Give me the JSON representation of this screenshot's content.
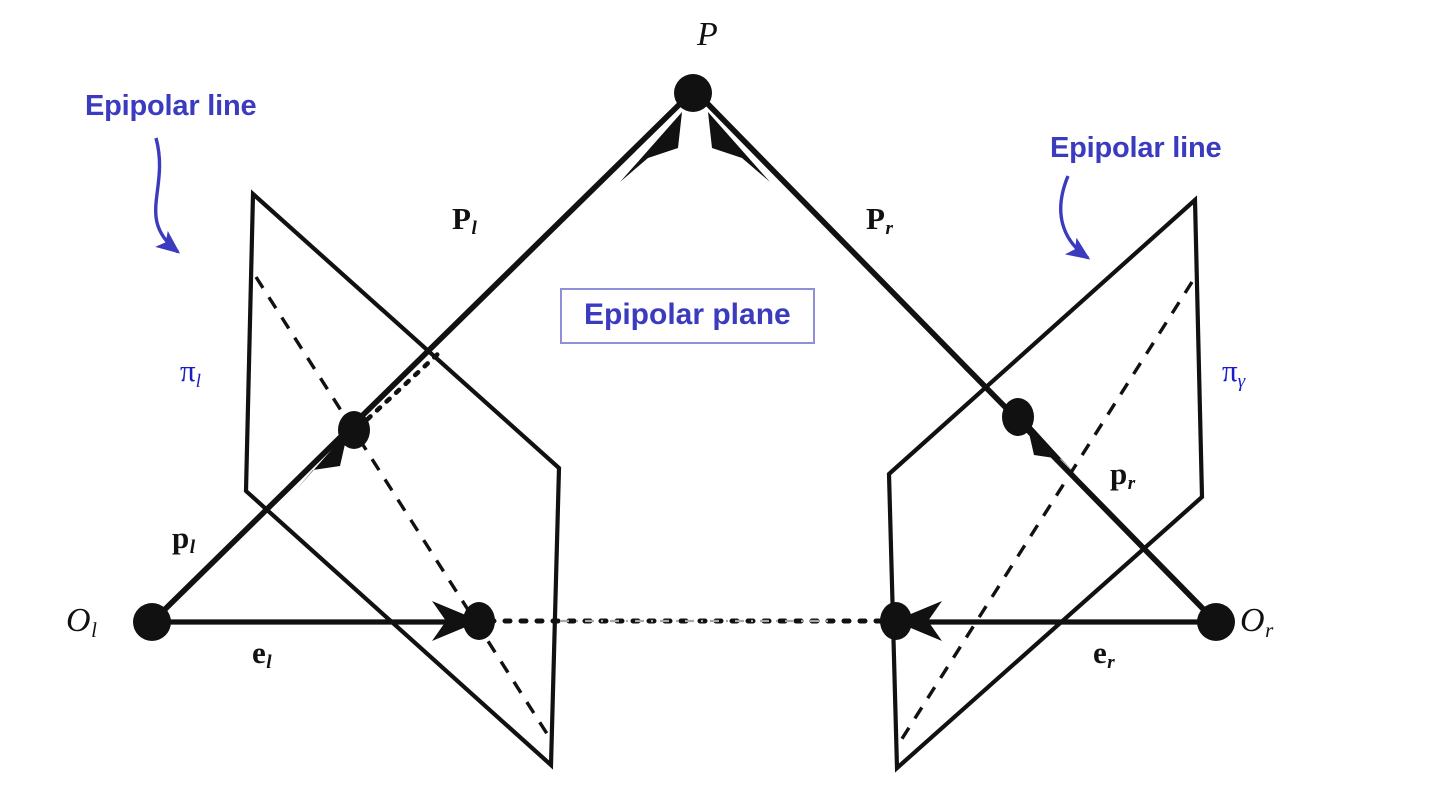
{
  "figure": {
    "title": "Epipolar geometry of a stereo camera pair",
    "background_color": "#ffffff",
    "line_color": "#111111",
    "annotation_color": "#3b3bbf",
    "plane_label_color": "#1b1bc8",
    "box_border_color": "#8f8fd8"
  },
  "annotations": {
    "epipolar_line_left": "Epipolar line",
    "epipolar_line_right": "Epipolar line",
    "epipolar_plane": "Epipolar plane"
  },
  "points": {
    "scene_point": "P",
    "left_center": "O",
    "left_center_sub": "l",
    "right_center": "O",
    "right_center_sub": "r"
  },
  "vectors": {
    "ray_left": "P",
    "ray_left_sub": "l",
    "ray_right": "P",
    "ray_right_sub": "r",
    "image_point_left": "p",
    "image_point_left_sub": "l",
    "image_point_right": "p",
    "image_point_right_sub": "r",
    "epipole_left": "e",
    "epipole_left_sub": "l",
    "epipole_right": "e",
    "epipole_right_sub": "r"
  },
  "planes": {
    "left_plane": "π",
    "left_plane_sub": "l",
    "right_plane": "π",
    "right_plane_sub": "γ"
  }
}
